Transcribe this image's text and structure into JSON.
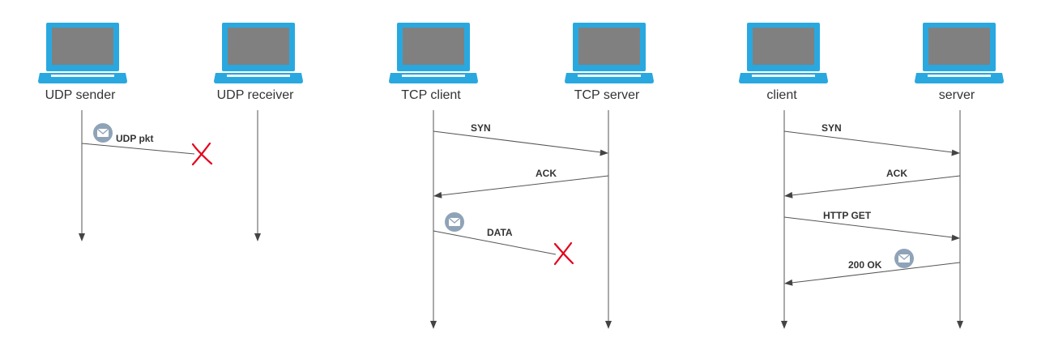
{
  "colors": {
    "laptop_blue": "#29a8e0",
    "screen_gray": "#808080",
    "line": "#555555",
    "cross": "#e3001b",
    "envelope": "#8fa3b8"
  },
  "scenarios": [
    {
      "id": "udp",
      "hosts": [
        "UDP sender",
        "UDP receiver"
      ],
      "messages": [
        {
          "label": "UDP pkt",
          "from": "UDP sender",
          "to": "UDP receiver",
          "status": "lost",
          "has_envelope": true
        }
      ]
    },
    {
      "id": "tcp",
      "hosts": [
        "TCP client",
        "TCP server"
      ],
      "messages": [
        {
          "label": "SYN",
          "from": "TCP client",
          "to": "TCP server",
          "status": "delivered",
          "has_envelope": false
        },
        {
          "label": "ACK",
          "from": "TCP server",
          "to": "TCP client",
          "status": "delivered",
          "has_envelope": false
        },
        {
          "label": "DATA",
          "from": "TCP client",
          "to": "TCP server",
          "status": "lost",
          "has_envelope": true
        }
      ]
    },
    {
      "id": "http",
      "hosts": [
        "client",
        "server"
      ],
      "messages": [
        {
          "label": "SYN",
          "from": "client",
          "to": "server",
          "status": "delivered",
          "has_envelope": false
        },
        {
          "label": "ACK",
          "from": "server",
          "to": "client",
          "status": "delivered",
          "has_envelope": false
        },
        {
          "label": "HTTP GET",
          "from": "client",
          "to": "server",
          "status": "delivered",
          "has_envelope": false
        },
        {
          "label": "200 OK",
          "from": "server",
          "to": "client",
          "status": "delivered",
          "has_envelope": true
        }
      ]
    }
  ]
}
